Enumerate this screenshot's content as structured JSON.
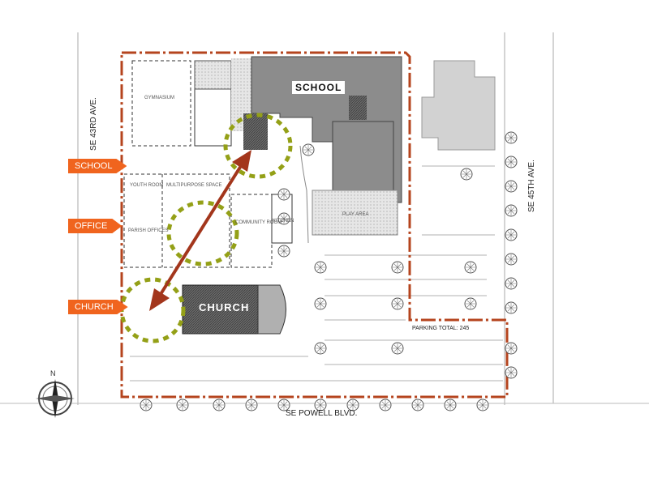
{
  "map": {
    "buildings": {
      "school": "SCHOOL",
      "church": "CHURCH"
    },
    "streets": {
      "west": "SE 43RD AVE.",
      "east": "SE 45TH AVE.",
      "south": "SE POWELL BLVD."
    },
    "callouts": [
      {
        "label": "SCHOOL"
      },
      {
        "label": "OFFICE"
      },
      {
        "label": "CHURCH"
      }
    ],
    "parking_total": "PARKING TOTAL: 245",
    "north_label": "N",
    "rooms": {
      "gymnasium": "GYMNASIUM",
      "youth_room": "YOUTH ROOM",
      "multipurpose": "MULTIPURPOSE SPACE",
      "parish_offices": "PARISH OFFICES",
      "community_room": "COMMUNITY ROOM",
      "kitchen": "KITCHEN",
      "play_area": "PLAY AREA"
    },
    "colors": {
      "boundary": "#b5441e",
      "arrow": "#a3361c",
      "callout": "#f0641e",
      "green_circle": "#94a017",
      "building": "#8a8a8a",
      "church": "#5a5a5a"
    }
  }
}
